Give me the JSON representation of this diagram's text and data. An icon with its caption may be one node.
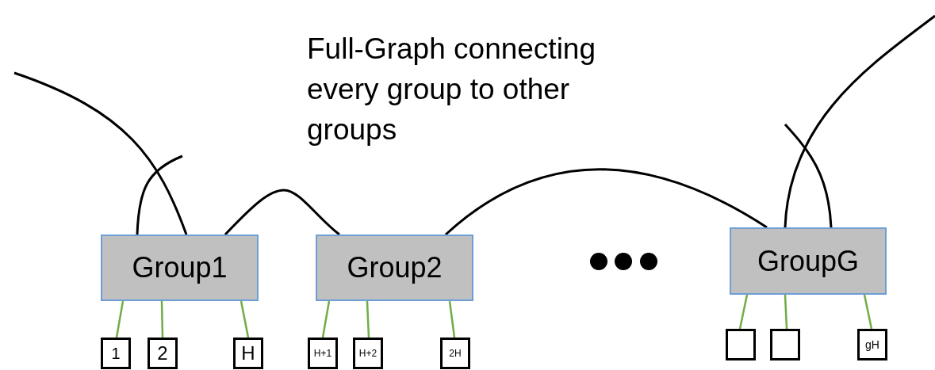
{
  "diagram": {
    "nodes": [
      {
        "text": [
          "Group1"
        ]
      },
      {
        "text": [
          "Group2"
        ]
      },
      {
        "text": [
          "GroupG"
        ]
      },
      {
        "text": [
          "1"
        ]
      },
      {
        "text": [
          "2"
        ]
      },
      {
        "text": [
          "H"
        ]
      },
      {
        "text": [
          "H+1"
        ]
      },
      {
        "text": [
          "H+2"
        ]
      },
      {
        "text": [
          "2H"
        ]
      },
      {
        "text": [],
        "shape": "box"
      },
      {
        "text": [],
        "shape": "box"
      },
      {
        "text": [
          "gH"
        ]
      }
    ],
    "edges": [
      {
        "from": 0,
        "to": null,
        "arrow": "none",
        "color": "#000000"
      },
      {
        "from": 0,
        "to": null,
        "arrow": "none",
        "color": "#000000"
      },
      {
        "from": 0,
        "to": 1,
        "arrow": "none",
        "color": "#000000"
      },
      {
        "from": 1,
        "to": 2,
        "arrow": "none",
        "color": "#000000"
      },
      {
        "from": 2,
        "to": null,
        "arrow": "none",
        "color": "#000000"
      },
      {
        "from": 2,
        "to": null,
        "arrow": "none",
        "color": "#000000"
      },
      {
        "from": 0,
        "to": 3,
        "arrow": "none"
      },
      {
        "from": 0,
        "to": 4,
        "arrow": "none"
      },
      {
        "from": 0,
        "to": 5,
        "arrow": "none"
      },
      {
        "from": 1,
        "to": 6,
        "arrow": "none"
      },
      {
        "from": 1,
        "to": 7,
        "arrow": "none"
      },
      {
        "from": 1,
        "to": 8,
        "arrow": "none"
      },
      {
        "from": 2,
        "to": 9,
        "arrow": "none"
      },
      {
        "from": 2,
        "to": 10,
        "arrow": "none"
      },
      {
        "from": 2,
        "to": 11,
        "arrow": "none"
      }
    ],
    "labels": [
      "Full-Graph connecting every group to other groups"
    ]
  }
}
